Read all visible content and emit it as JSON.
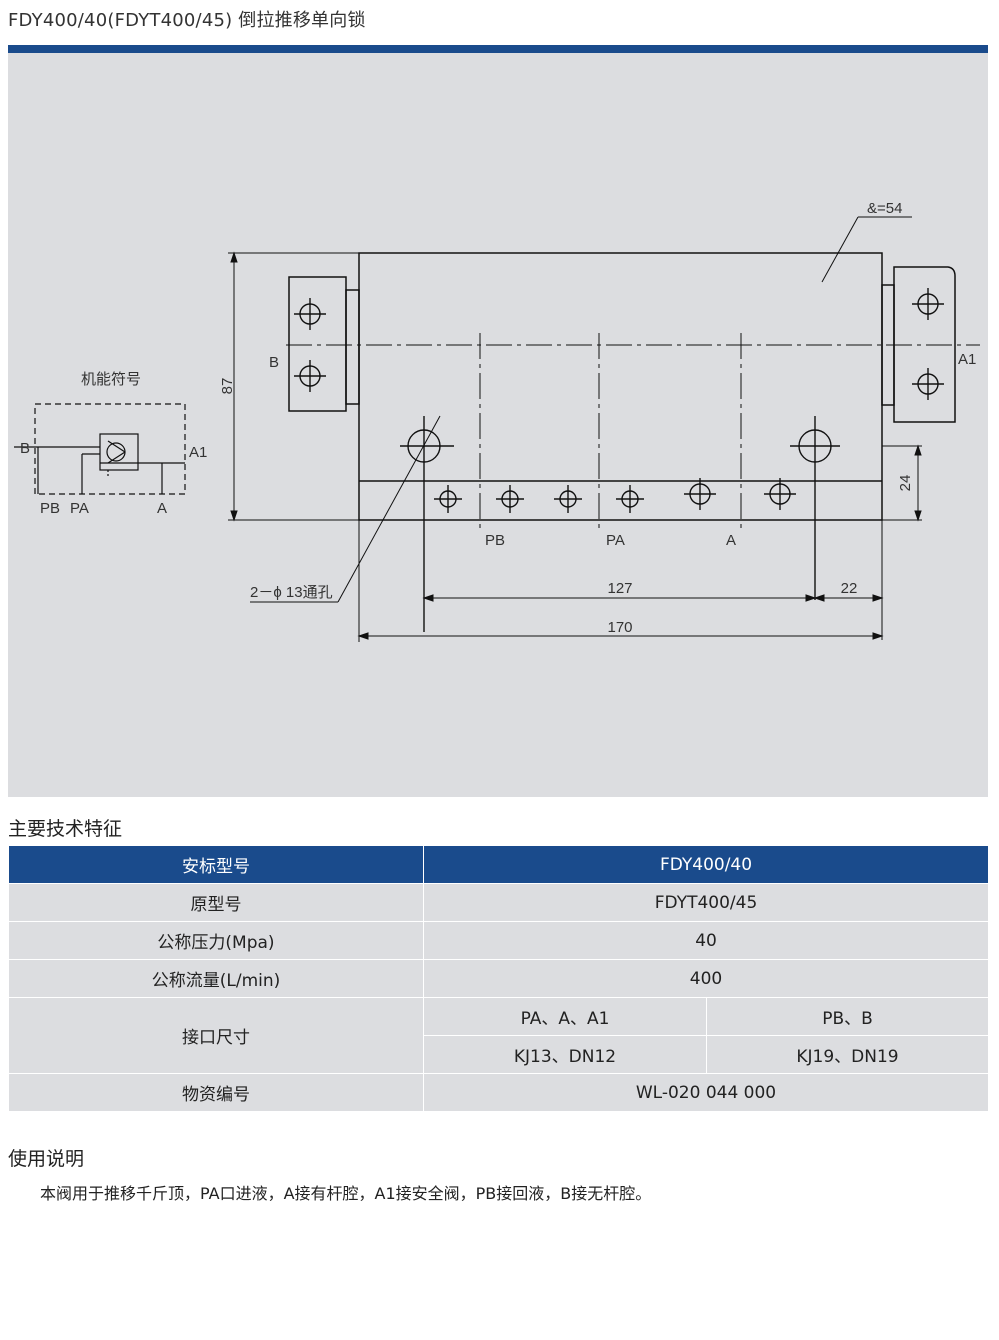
{
  "page_title": "FDY400/40(FDYT400/45) 倒拉推移单向锁",
  "drawing": {
    "symbol_label": "机能符号",
    "symbol_ports": {
      "b": "B",
      "a1": "A1",
      "pb": "PB",
      "pa": "PA",
      "a": "A"
    },
    "side_b": "B",
    "side_a1": "A1",
    "thickness": "&=54",
    "dim_height": "87",
    "dim_24": "24",
    "bottom_ports": {
      "pb": "PB",
      "pa": "PA",
      "a": "A"
    },
    "hole_note": "2－ϕ 13通孔",
    "dim_127": "127",
    "dim_22": "22",
    "dim_170": "170"
  },
  "spec_heading": "主要技术特征",
  "spec": {
    "header": {
      "label": "安标型号",
      "value": "FDY400/40"
    },
    "rows": [
      {
        "label": "原型号",
        "value": "FDYT400/45"
      },
      {
        "label": "公称压力(Mpa)",
        "value": "40"
      },
      {
        "label": "公称流量(L/min)",
        "value": "400"
      }
    ],
    "port_size": {
      "label": "接口尺寸",
      "groups": [
        "PA、A、A1",
        "PB、B"
      ],
      "sizes": [
        "KJ13、DN12",
        "KJ19、DN19"
      ]
    },
    "material": {
      "label": "物资编号",
      "value": "WL-020 044 000"
    }
  },
  "usage_heading": "使用说明",
  "usage_text": "本阀用于推移千斤顶，PA口进液，A接有杆腔，A1接安全阀，PB接回液，B接无杆腔。",
  "colors": {
    "accent": "#1a4b8c",
    "panel": "#dcdde0"
  }
}
